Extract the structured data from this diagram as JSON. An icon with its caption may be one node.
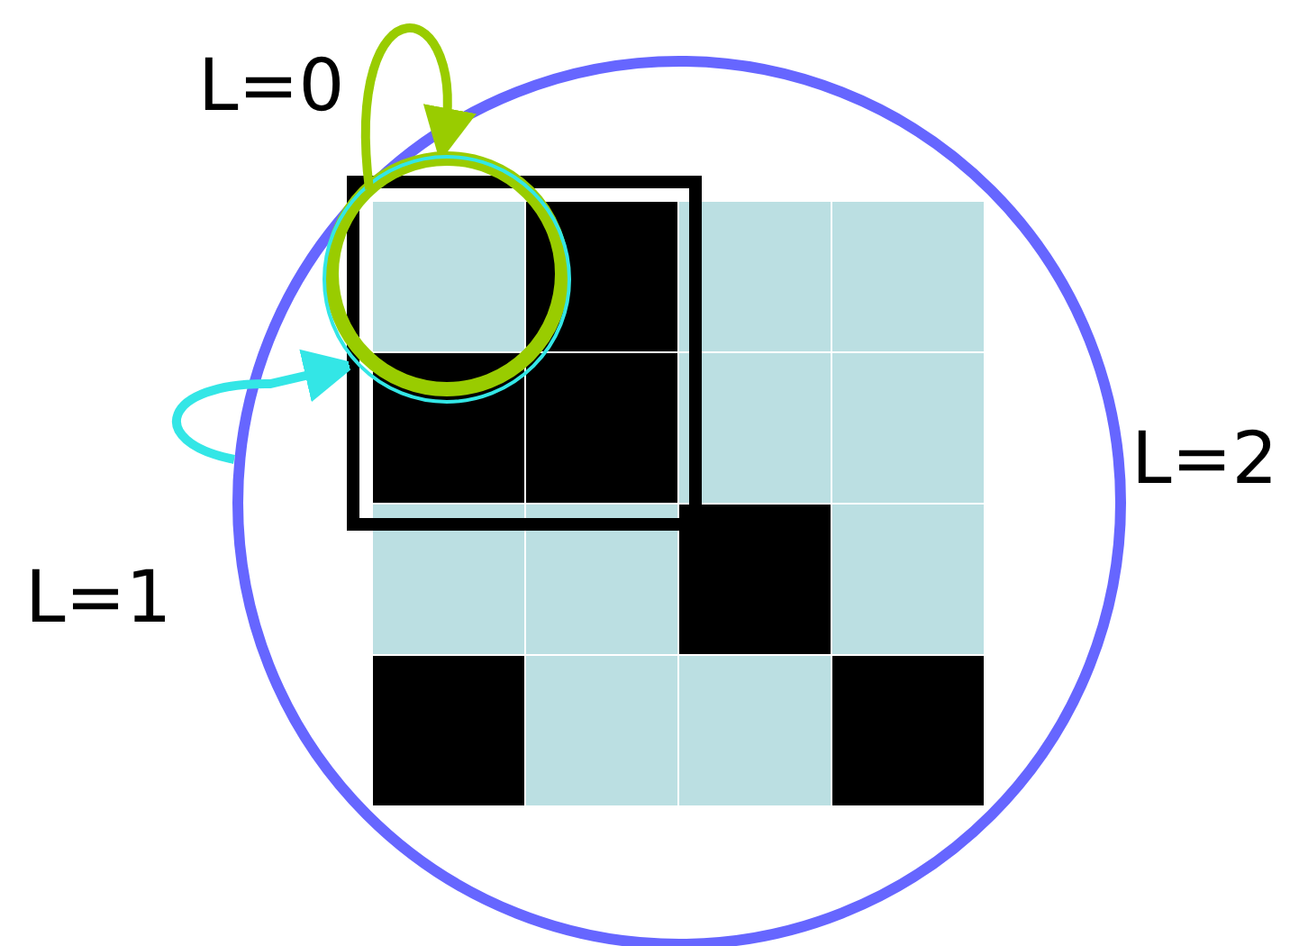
{
  "diagram": {
    "nodes": [
      {
        "text": [],
        "shape": "circle"
      },
      {
        "text": [],
        "shape": "circle"
      }
    ],
    "edges": [
      {
        "from": 0,
        "to": 0,
        "arrow": "to",
        "color": "#99cc00"
      },
      {
        "from": null,
        "to": 1,
        "arrow": "to",
        "color": "#33e6e6"
      }
    ],
    "labels": [
      "L=0",
      "L=1",
      "L=2"
    ]
  }
}
